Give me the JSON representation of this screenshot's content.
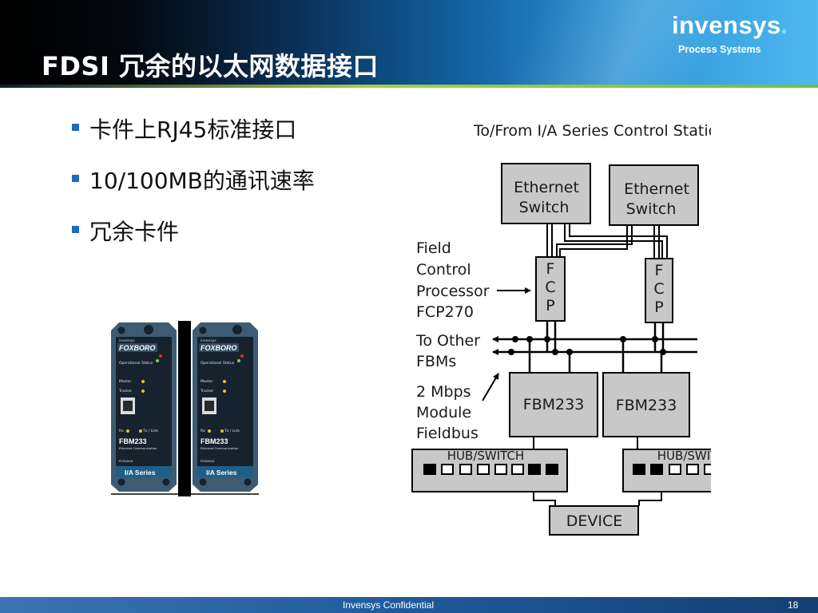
{
  "slide": {
    "title": "FDSI 冗余的以太网数据接口",
    "brand": {
      "name": "invensys",
      "division": "Process Systems"
    },
    "bullets": [
      "卡件上RJ45标准接口",
      "10/100MB的通讯速率",
      "冗余卡件"
    ],
    "footer": {
      "text": "Invensys Confidential",
      "page_number": "18"
    }
  },
  "photo": {
    "modules": [
      {
        "brand_small": "invensys",
        "brand": "FOXBORO",
        "status": "Operational Status",
        "master": "Master",
        "tracker": "Tracker",
        "rx": "Rx",
        "tx_link": "Tx / Link",
        "model": "FBM233",
        "desc": "Ethernet Communication",
        "part": "P0926GX",
        "series": "I/A Series"
      },
      {
        "brand_small": "invensys",
        "brand": "FOXBORO",
        "status": "Operational Status",
        "master": "Master",
        "tracker": "Tracker",
        "rx": "Rx",
        "tx_link": "Tx / Link",
        "model": "FBM233",
        "desc": "Ethernet Communication",
        "part": "P0926GX",
        "series": "I/A Series"
      }
    ]
  },
  "diagram": {
    "top_label": "To/From I/A Series Control Station",
    "switch_left": [
      "Ethernet",
      "Switch"
    ],
    "switch_right": [
      "Ethernet",
      "Switch"
    ],
    "fcp_label": [
      "Field",
      "Control",
      "Processor",
      "FCP270"
    ],
    "fcp_box_letters": [
      "F",
      "C",
      "P"
    ],
    "other_fbms_label": [
      "To Other",
      "FBMs"
    ],
    "fieldbus_label": [
      "2 Mbps",
      "Module",
      "Fieldbus"
    ],
    "fbm_left": "FBM233",
    "fbm_right": "FBM233",
    "hub_left": "HUB/SWITCH",
    "hub_right": "HUB/SWITCH",
    "device": "DEVICE"
  },
  "colors": {
    "accent": "#1b6bbf",
    "module_body": "#3d5c73",
    "module_face": "#16222e",
    "diagram_box": "#c8c8c8"
  }
}
